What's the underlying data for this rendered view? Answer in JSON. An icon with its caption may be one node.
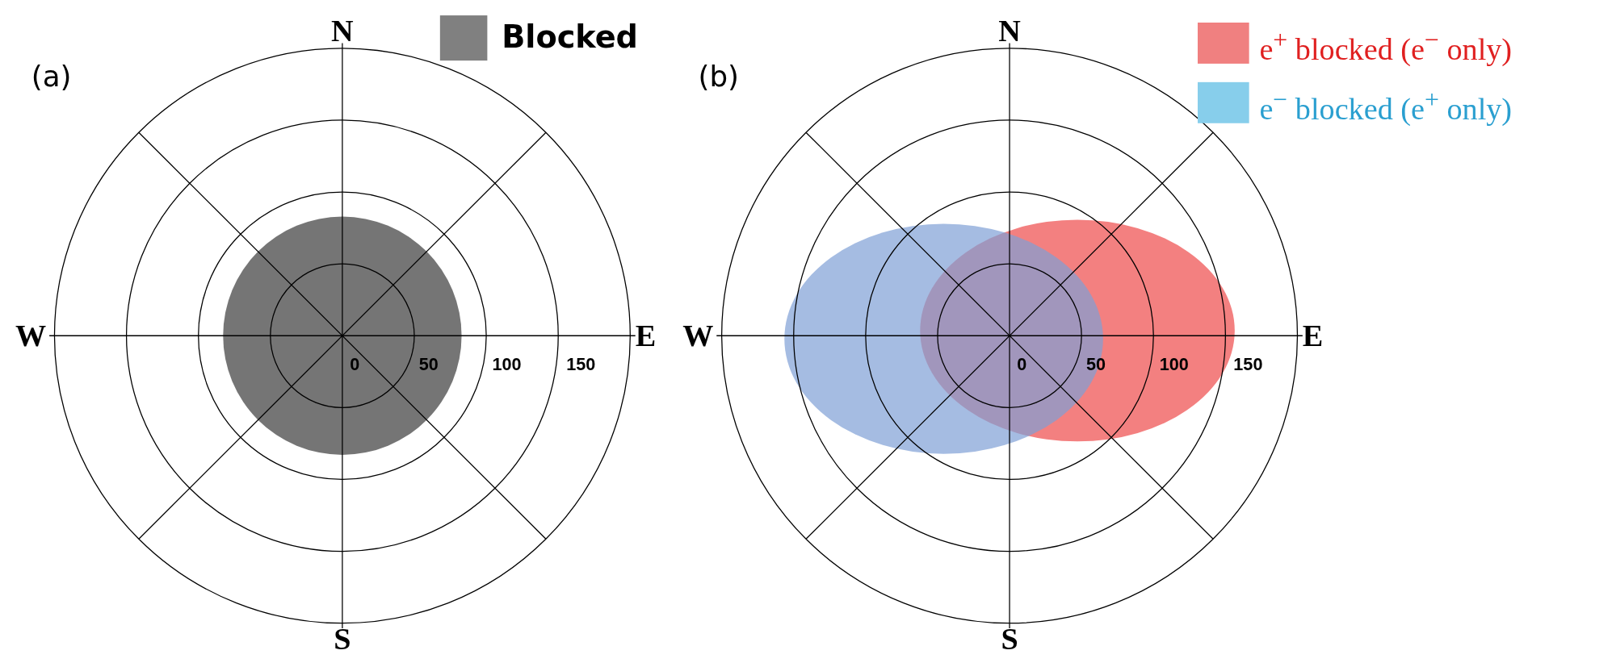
{
  "diagram": {
    "labels": [
      "(a)",
      "N",
      "W",
      "E",
      "S",
      "0",
      "50",
      "100",
      "150",
      "(b)",
      "N",
      "W",
      "E",
      "S",
      "0",
      "50",
      "100",
      "150"
    ],
    "legend": [
      {
        "text": "Blocked",
        "color": "#808080"
      },
      {
        "text": "e$^{+}$ blocked (e$^{−}$ only)",
        "color": "#f08080"
      },
      {
        "text": "e$^{−}$ blocked (e$^{+}$ only)",
        "color": "#87ceeb"
      }
    ]
  }
}
